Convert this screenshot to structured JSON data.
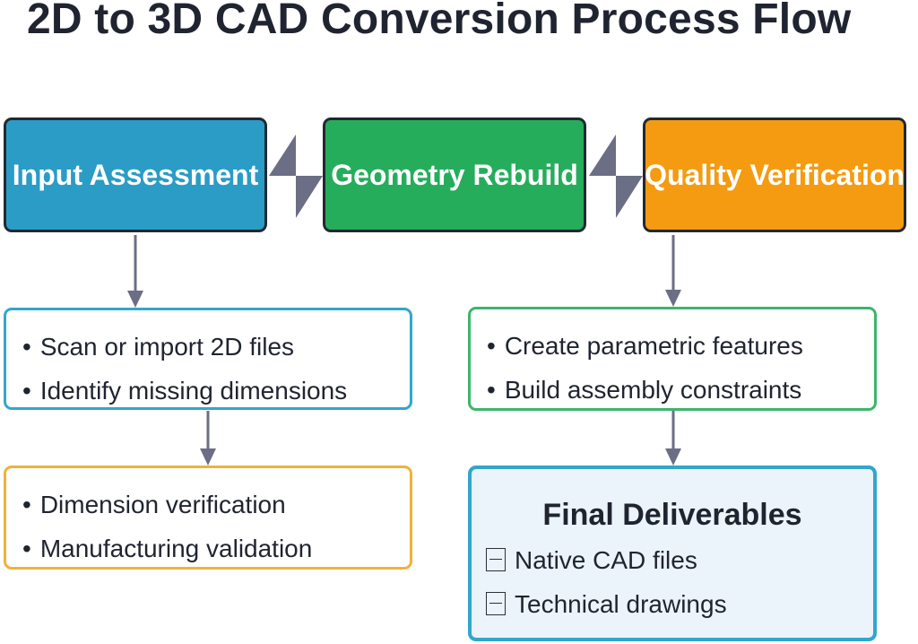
{
  "title": "2D to 3D CAD Conversion Process Flow",
  "stages": [
    {
      "label": "Input Assessment",
      "color": "#2a9cc6"
    },
    {
      "label": "Geometry Rebuild",
      "color": "#26ad5c"
    },
    {
      "label": "Quality Verification",
      "color": "#f49b12"
    }
  ],
  "input_steps": [
    "Scan or import 2D files",
    "Identify missing dimensions"
  ],
  "input_checks": [
    "Dimension verification",
    "Manufacturing validation"
  ],
  "rebuild_steps": [
    "Create parametric features",
    "Build assembly constraints"
  ],
  "final": {
    "title": "Final Deliverables",
    "items": [
      "Native CAD files",
      "Technical drawings"
    ],
    "item_icon": "missing-glyph-icon"
  },
  "colors": {
    "arrow": "#6b6e85",
    "border_dark": "#222831",
    "box_blue": "#32a6cc",
    "box_orange": "#f0b23a",
    "box_green": "#3db56d",
    "final_bg": "#ebf4fa"
  }
}
